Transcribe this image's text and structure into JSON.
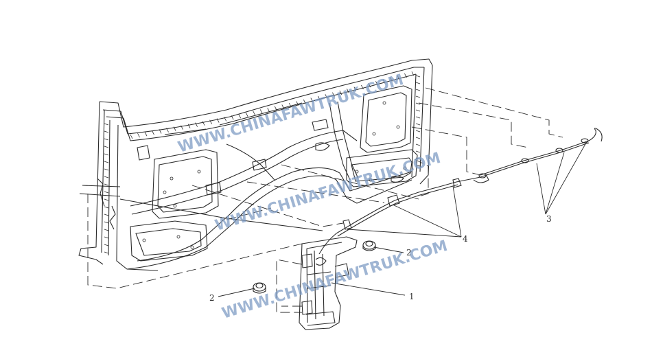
{
  "diagram": {
    "callouts": [
      {
        "id": "1",
        "label": "1"
      },
      {
        "id": "2a",
        "label": "2"
      },
      {
        "id": "2b",
        "label": "2"
      },
      {
        "id": "3",
        "label": "3"
      },
      {
        "id": "4",
        "label": "4"
      }
    ],
    "watermark": "WWW.CHINAFAWTRUK.COM"
  },
  "colors": {
    "line": "#2a2a2a",
    "watermark": "#7f9cc4",
    "background": "#ffffff"
  }
}
